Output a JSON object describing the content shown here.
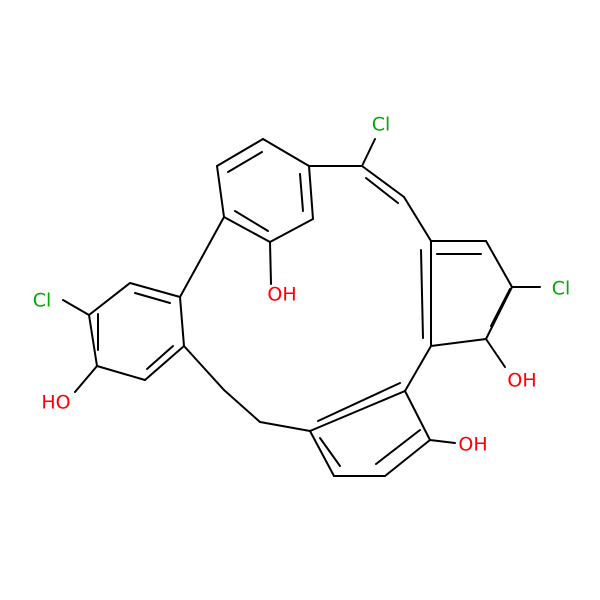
{
  "atom_labels": [
    {
      "id": "cl-1",
      "text": "Cl",
      "color": "#00aa00"
    },
    {
      "id": "cl-2",
      "text": "Cl",
      "color": "#00aa00"
    },
    {
      "id": "cl-3",
      "text": "Cl",
      "color": "#00aa00"
    },
    {
      "id": "oh-1",
      "text": "OH",
      "color": "#ff0000"
    },
    {
      "id": "oh-2",
      "text": "OH",
      "color": "#ff0000"
    },
    {
      "id": "oh-3",
      "text": "OH",
      "color": "#ff0000"
    },
    {
      "id": "ho-1",
      "text": "HO",
      "color": "#ff0000"
    }
  ],
  "colors": {
    "bond": "#000000",
    "chlorine": "#00aa00",
    "oxygen": "#ff0000",
    "background": "#ffffff"
  }
}
